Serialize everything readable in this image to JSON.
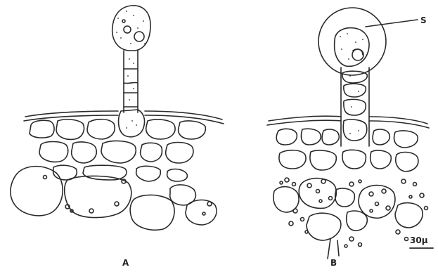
{
  "figure": {
    "panel_a_label": "A",
    "panel_b_label": "B",
    "secretion_label": "S",
    "scale_bar_label": "30μ"
  },
  "colors": {
    "ink": "#2a2a2a",
    "paper": "#ffffff"
  }
}
